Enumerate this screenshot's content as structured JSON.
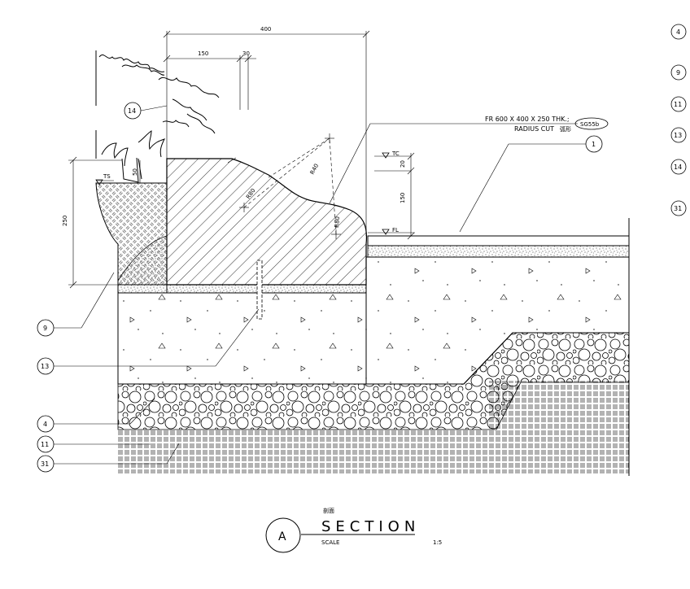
{
  "dimensions": {
    "overall": "400",
    "left_offset": "150",
    "gap": "30",
    "tc_offset": "20",
    "tc_rise": "150",
    "kerb_height": "250",
    "planter_step": "50",
    "radius_r40": "R40",
    "radius_r80_a": "R80",
    "radius_r80_b": "R80"
  },
  "level_markers": {
    "ts": "TS",
    "tc": "TC",
    "fl": "FL"
  },
  "note": {
    "line1": "FR 600 X 400 X 250 THK.;",
    "ref_tag": "SG55b",
    "line2": "RADIUS CUT",
    "line2_cjk": "弧形"
  },
  "callouts": {
    "c1": "1",
    "c4": "4",
    "c9": "9",
    "c11": "11",
    "c13": "13",
    "c14": "14",
    "c31": "31"
  },
  "legend_keys": [
    "4",
    "9",
    "11",
    "13",
    "14",
    "31"
  ],
  "title_block": {
    "letter": "A",
    "cjk_caption": "剖面",
    "title": "SECTION",
    "scale_label": "SCALE",
    "scale_value": "1:5"
  }
}
